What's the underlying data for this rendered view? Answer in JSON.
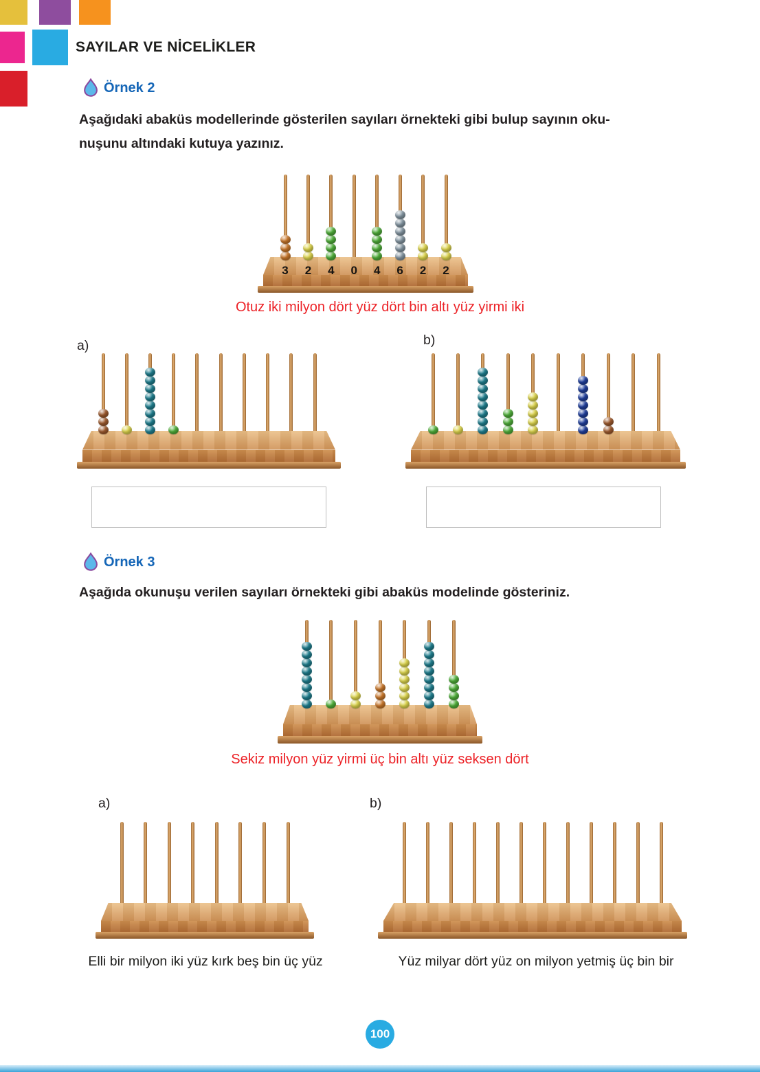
{
  "header": {
    "title": "SAYILAR VE NİCELİKLER"
  },
  "decoration": {
    "corner_colors": [
      "#e5c03c",
      "#8e4d9e",
      "#f6921e",
      "#ec268f",
      "#29abe2",
      "#d91f2a"
    ],
    "footer_bar_color": "#3aa3d8"
  },
  "accent": {
    "example_heading_blue": "#1566b7",
    "reading_red": "#ec2227",
    "page_badge_blue": "#29abe2"
  },
  "labels": {
    "a": "a)",
    "b": "b)"
  },
  "ornek2": {
    "label": "Örnek 2",
    "instruction_line1": "Aşağıdaki abaküs modellerinde gösterilen sayıları örnekteki gibi bulup sayının oku-",
    "instruction_line2": "nuşunu altındaki kutuya yazınız.",
    "example_reading": "Otuz iki milyon dört yüz dört bin altı yüz yirmi iki"
  },
  "ornek3": {
    "label": "Örnek 3",
    "instruction": "Aşağıda okunuşu verilen sayıları örnekteki gibi abaküs modelinde gösteriniz.",
    "example_reading": "Sekiz milyon yüz yirmi üç bin altı yüz seksen dört",
    "exercise_a_caption": "Elli bir milyon iki yüz kırk beş bin üç yüz",
    "exercise_b_caption": "Yüz milyar dört yüz on milyon yetmiş üç bin bir"
  },
  "footer": {
    "page_number": "100"
  },
  "bead_colors": {
    "orange": "#c8772b",
    "brown": "#9d5a2e",
    "yellow": "#dcd44e",
    "green": "#4fae3a",
    "gray": "#8496a2",
    "teal": "#1f7e8e",
    "navy": "#203f9c"
  },
  "abacuses": {
    "ornek2_example": {
      "rods": 8,
      "digits": [
        "3",
        "2",
        "4",
        "0",
        "4",
        "6",
        "2",
        "2"
      ],
      "beads": [
        [
          "orange",
          3
        ],
        [
          "yellow",
          2
        ],
        [
          "green",
          4
        ],
        [
          "green",
          0
        ],
        [
          "green",
          4
        ],
        [
          "gray",
          6
        ],
        [
          "yellow",
          2
        ],
        [
          "yellow",
          2
        ]
      ]
    },
    "ornek2_a": {
      "rods": 10,
      "beads": [
        [
          "brown",
          3
        ],
        [
          "yellow",
          1
        ],
        [
          "teal",
          8
        ],
        [
          "green",
          1
        ],
        [
          "green",
          0
        ],
        [
          "green",
          0
        ],
        [
          "green",
          0
        ],
        [
          "green",
          0
        ],
        [
          "green",
          0
        ],
        [
          "green",
          0
        ]
      ]
    },
    "ornek2_b": {
      "rods": 10,
      "beads": [
        [
          "green",
          1
        ],
        [
          "yellow",
          1
        ],
        [
          "teal",
          8
        ],
        [
          "green",
          3
        ],
        [
          "yellow",
          5
        ],
        [
          "green",
          0
        ],
        [
          "navy",
          7
        ],
        [
          "brown",
          2
        ],
        [
          "green",
          0
        ],
        [
          "green",
          0
        ]
      ]
    },
    "ornek3_example": {
      "rods": 7,
      "beads": [
        [
          "teal",
          8
        ],
        [
          "green",
          1
        ],
        [
          "yellow",
          2
        ],
        [
          "orange",
          3
        ],
        [
          "yellow",
          6
        ],
        [
          "teal",
          8
        ],
        [
          "green",
          4
        ]
      ]
    },
    "ornek3_a": {
      "rods": 8,
      "beads": []
    },
    "ornek3_b": {
      "rods": 12,
      "beads": []
    }
  }
}
